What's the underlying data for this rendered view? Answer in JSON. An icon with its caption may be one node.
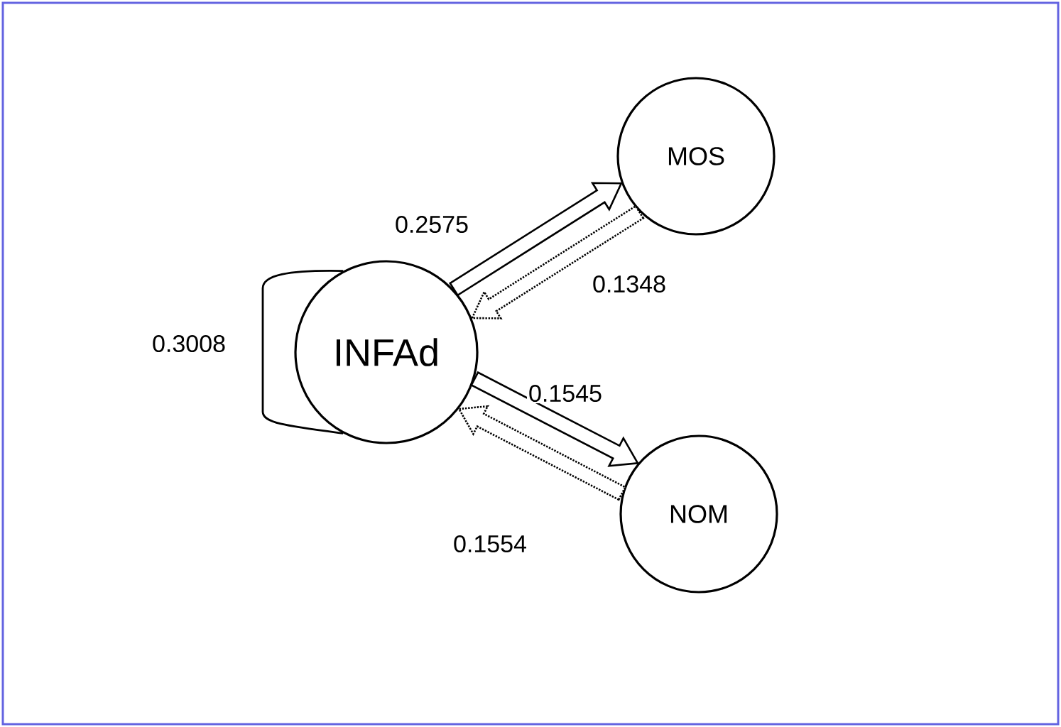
{
  "diagram": {
    "nodes": [
      {
        "text": [
          "INFAd"
        ]
      },
      {
        "text": [
          "MOS"
        ]
      },
      {
        "text": [
          "NOM"
        ]
      }
    ],
    "edges": [
      {
        "from": 0,
        "to": 0,
        "arrow": "none",
        "label": "0.3008"
      },
      {
        "from": 0,
        "to": 1,
        "arrow": "to",
        "label": "0.2575"
      },
      {
        "from": 1,
        "to": 0,
        "arrow": "to",
        "label": "0.1348",
        "style": "dashed"
      },
      {
        "from": 0,
        "to": 2,
        "arrow": "to",
        "label": "0.1545"
      },
      {
        "from": 2,
        "to": 0,
        "arrow": "to",
        "label": "0.1554",
        "style": "dashed"
      }
    ]
  }
}
